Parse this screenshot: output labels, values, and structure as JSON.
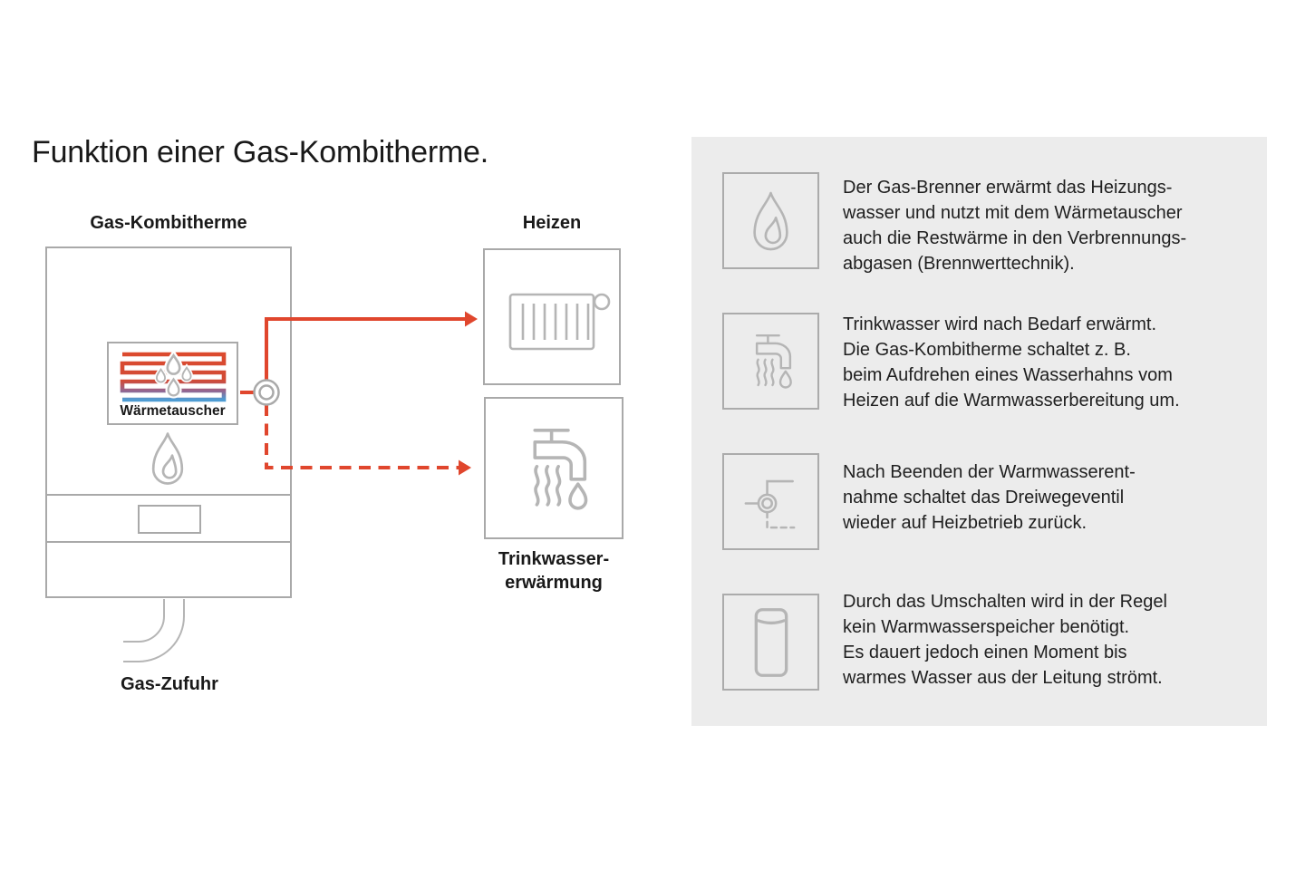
{
  "title": "Funktion einer Gas-Kombitherme.",
  "diagram": {
    "boiler_label": "Gas-Kombitherme",
    "heat_exchanger_label": "Wärmetauscher",
    "burner_icon": "flame-icon",
    "gas_supply_label": "Gas-Zufuhr",
    "heating_label": "Heizen",
    "heating_icon": "radiator-icon",
    "dhw_label": "Trinkwasser-\nerwärmung",
    "dhw_icon": "tap-icon",
    "flow_valve_icon": "three-way-valve-icon"
  },
  "panel": {
    "items": [
      {
        "icon": "flame-icon",
        "text": "Der Gas-Brenner erwärmt das Heizungs-\nwasser und nutzt mit dem Wärmetauscher\nauch die Restwärme in den Verbrennungs-\nabgasen (Brennwerttechnik)."
      },
      {
        "icon": "tap-icon",
        "text": "Trinkwasser wird nach Bedarf erwärmt.\nDie Gas-Kombitherme schaltet z. B.\nbeim Aufdrehen eines Wasserhahns vom\nHeizen auf die Warmwasserbereitung um."
      },
      {
        "icon": "three-way-valve-icon",
        "text": "Nach Beenden der Warmwasserent-\nnahme schaltet das Dreiwegeventil\nwieder auf Heizbetrieb zurück."
      },
      {
        "icon": "water-tank-icon",
        "text": "Durch das Umschalten wird in der Regel\nkein Warmwasserspeicher benötigt.\nEs dauert jedoch einen Moment bis\nwarmes Wasser aus der Leitung strömt."
      }
    ]
  },
  "colors": {
    "accent_red": "#E0462D",
    "coil_blue": "#4E9CD3",
    "panel_background": "#ECECEC",
    "outline_gray": "#A9A9A9",
    "icon_gray": "#B5B5B5",
    "text": "#1F1F1F"
  }
}
